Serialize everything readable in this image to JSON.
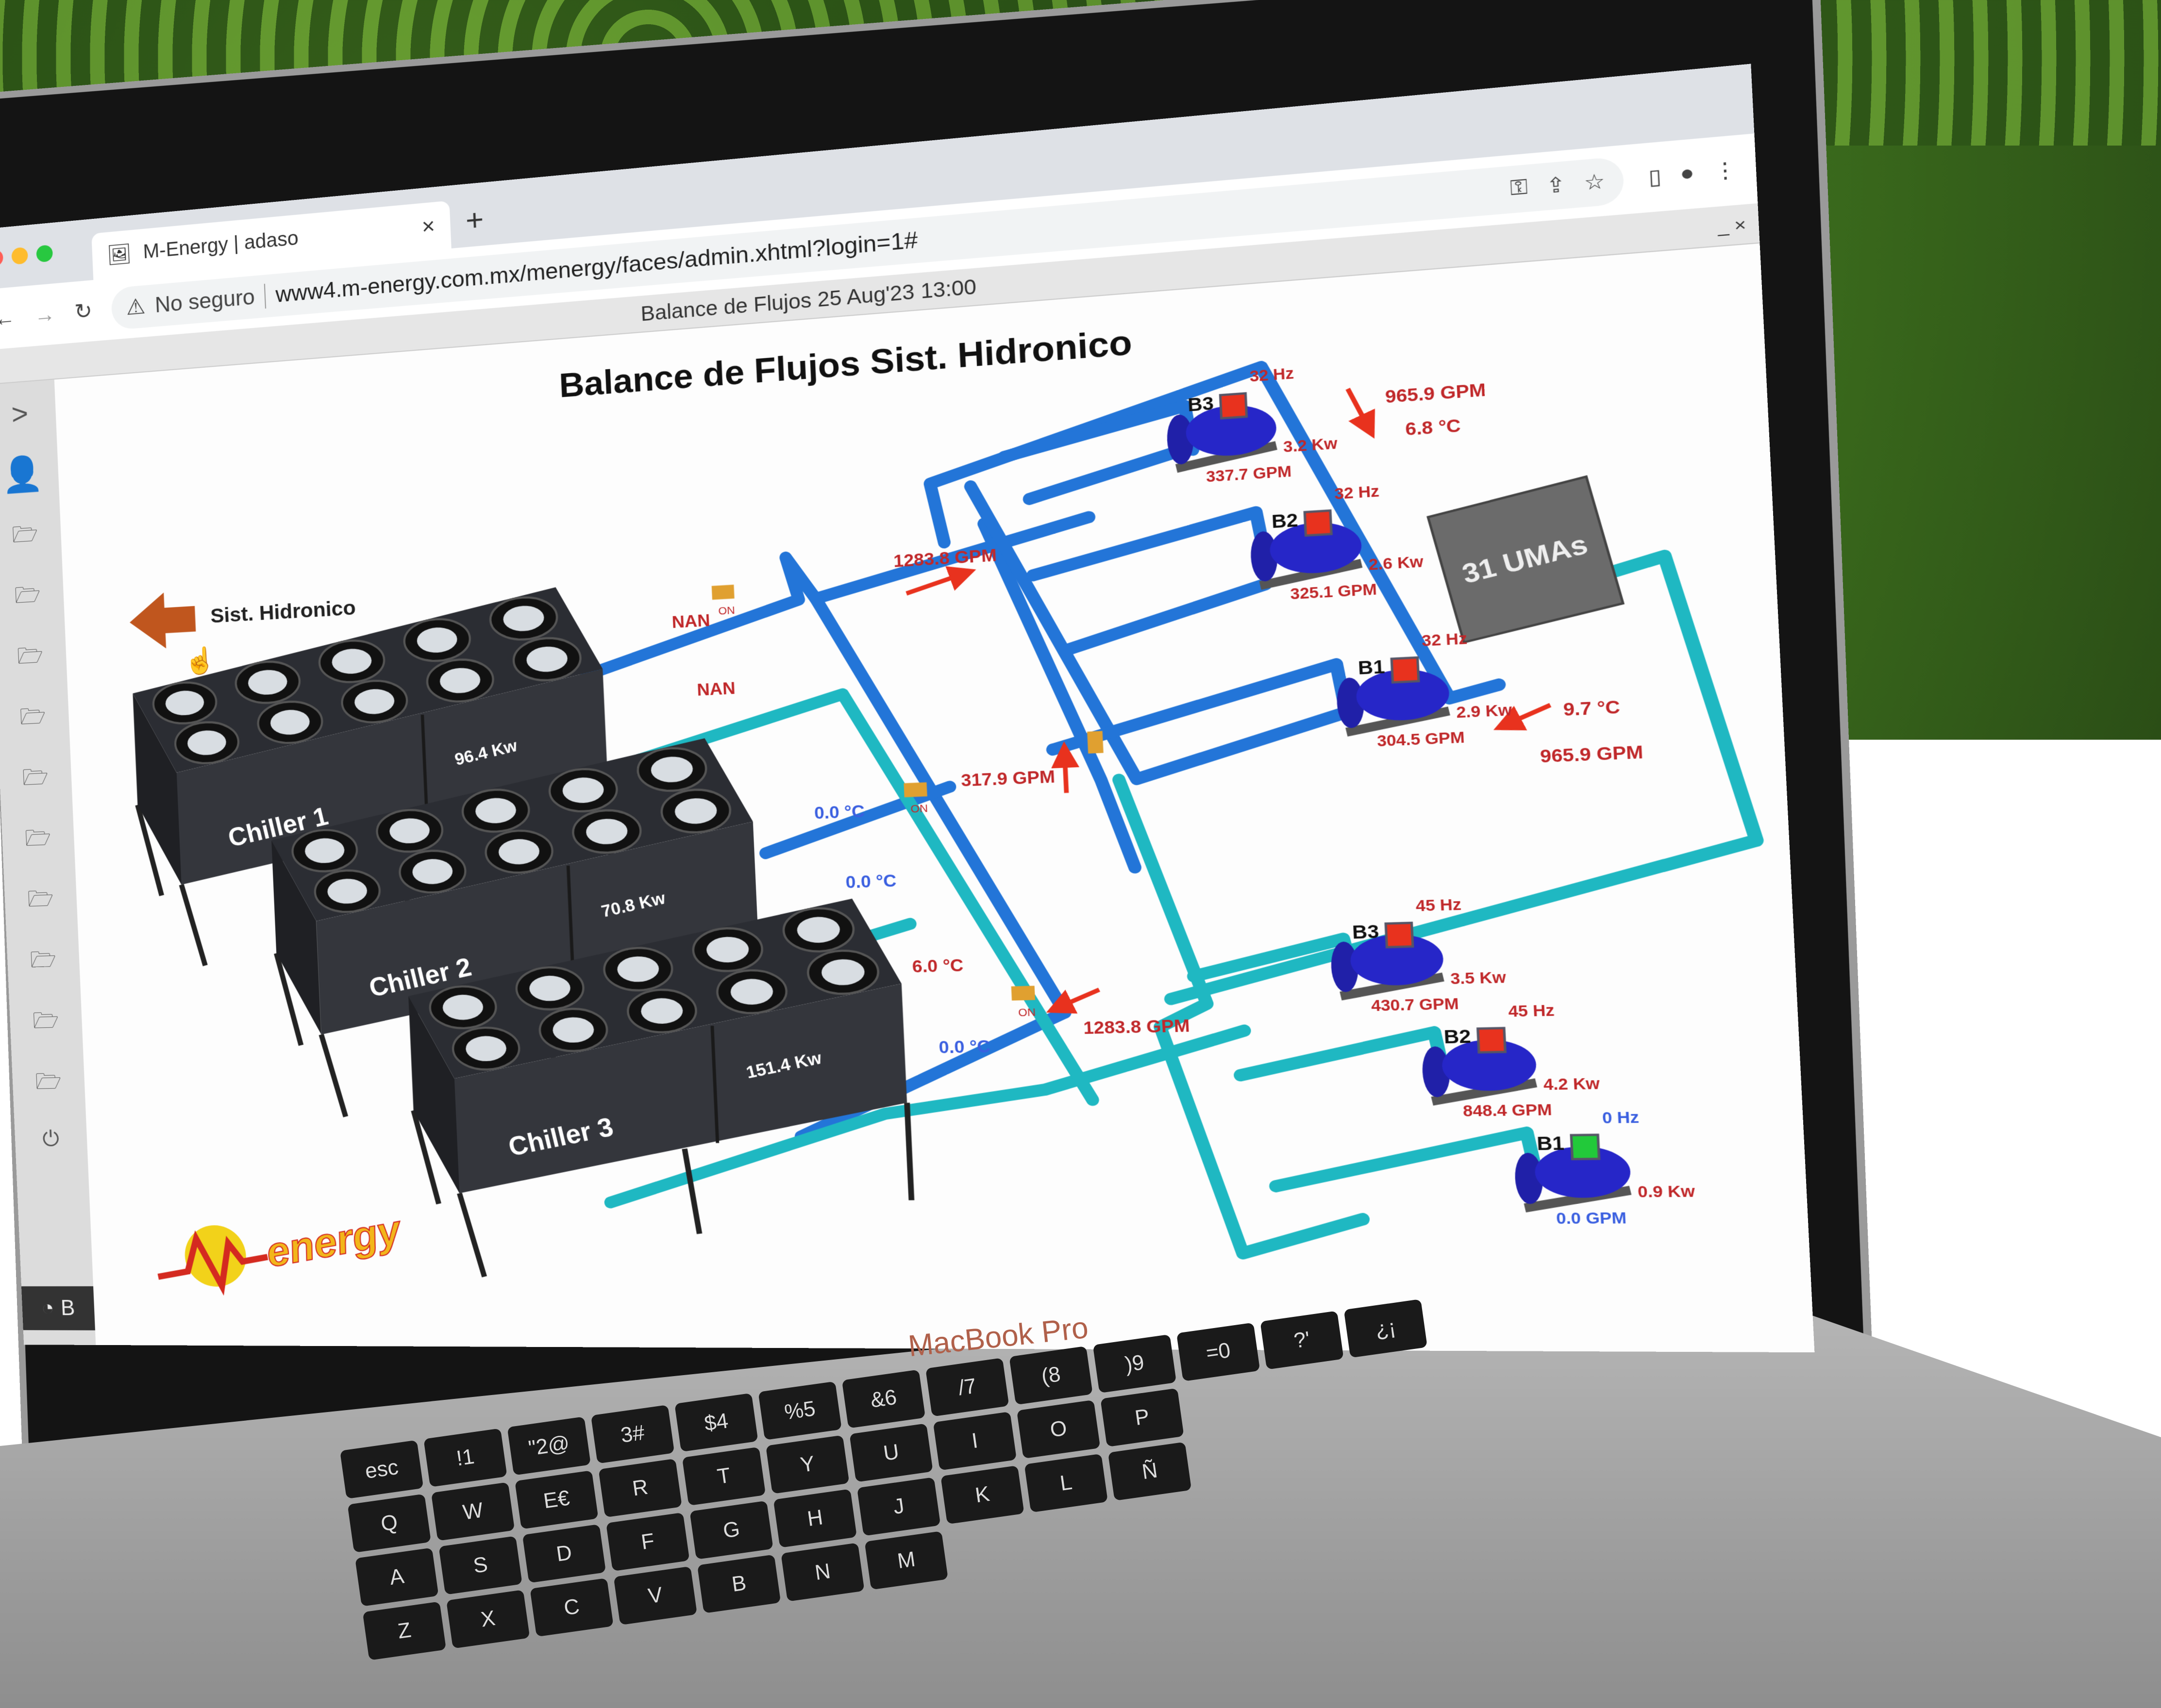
{
  "browser": {
    "tab_title": "M-Energy | adaso",
    "new_tab": "+",
    "close_tab": "×",
    "security": "No seguro",
    "url": "www4.m-energy.com.mx/menergy/faces/admin.xhtml?login=1#"
  },
  "panel": {
    "title": "Balance de Flujos 25 Aug'23 13:00",
    "minimize": "_",
    "close": "×"
  },
  "sidebar": {
    "expand": ">",
    "bottom_label": "B",
    "folder_count": 10
  },
  "page": {
    "title": "Balance de Flujos Sist. Hidronico",
    "back_label": "Sist. Hidronico"
  },
  "chillers": [
    {
      "name": "Chiller 1",
      "power": "96.4 Kw"
    },
    {
      "name": "Chiller 2",
      "power": "70.8 Kw"
    },
    {
      "name": "Chiller 3",
      "power": "151.4 Kw"
    }
  ],
  "chiller_readings": {
    "flow_1": "NAN",
    "flow_2": "NAN",
    "temp_1": "0.0 °C",
    "temp_2": "0.0 °C",
    "temp_3": "6.0 °C",
    "temp_4": "0.0 °C"
  },
  "valve_label": "ON",
  "main_flows": {
    "supply": "1283.8 GPM",
    "bypass": "317.9 GPM",
    "return": "1283.8 GPM"
  },
  "primary_pumps": [
    {
      "name": "B3",
      "freq": "32 Hz",
      "power": "3.2 Kw",
      "flow": "337.7 GPM",
      "running": true
    },
    {
      "name": "B2",
      "freq": "32 Hz",
      "power": "2.6 Kw",
      "flow": "325.1 GPM",
      "running": true
    },
    {
      "name": "B1",
      "freq": "32 Hz",
      "power": "2.9 Kw",
      "flow": "304.5 GPM",
      "running": true
    }
  ],
  "secondary_pumps": [
    {
      "name": "B3",
      "freq": "45 Hz",
      "power": "3.5 Kw",
      "flow": "430.7 GPM",
      "running": true
    },
    {
      "name": "B2",
      "freq": "45 Hz",
      "power": "4.2 Kw",
      "flow": "848.4 GPM",
      "running": true
    },
    {
      "name": "B1",
      "freq": "0 Hz",
      "power": "0.9 Kw",
      "flow": "0.0 GPM",
      "running": false
    }
  ],
  "uma": {
    "label": "31 UMAs",
    "supply_flow": "965.9 GPM",
    "supply_temp": "6.8 °C",
    "return_temp": "9.7 °C",
    "return_flow": "965.9 GPM"
  },
  "logo": "energy",
  "laptop": {
    "brand": "MacBook Pro",
    "keys": [
      [
        "esc",
        "!1",
        "\"2@",
        "3#",
        "$4",
        "%5",
        "&6",
        "/7",
        "(8",
        ")9",
        "=0",
        "?'",
        "¿¡"
      ],
      [
        "Q",
        "W",
        "E€",
        "R",
        "T",
        "Y",
        "U",
        "I",
        "O",
        "P"
      ],
      [
        "A",
        "S",
        "D",
        "F",
        "G",
        "H",
        "J",
        "K",
        "L",
        "Ñ"
      ],
      [
        "Z",
        "X",
        "C",
        "V",
        "B",
        "N",
        "M"
      ]
    ]
  },
  "colors": {
    "supply_pipe": "#2375d8",
    "return_pipe": "#1fb8c2",
    "label_red": "#c0282a",
    "label_blue": "#3a5fe0",
    "pump_body": "#2626c8",
    "running": "#e8321e",
    "stopped": "#22c93a",
    "uma": "#6b6b6b",
    "chiller": "#2e3036"
  }
}
